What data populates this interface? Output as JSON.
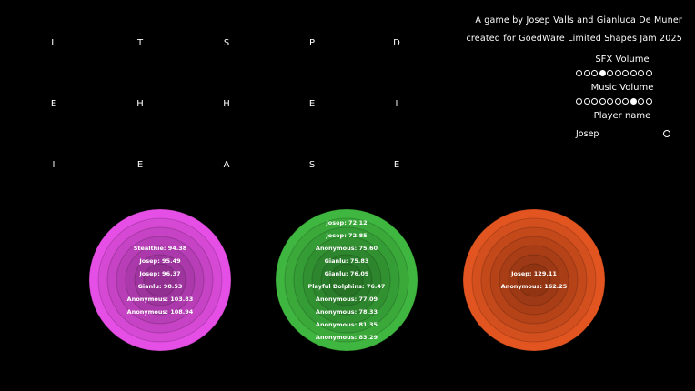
{
  "letters": [
    [
      "L",
      "T",
      "S",
      "P",
      "D"
    ],
    [
      "E",
      "H",
      "H",
      "E",
      "I"
    ],
    [
      "I",
      "E",
      "A",
      "S",
      "E"
    ]
  ],
  "credits": {
    "line1": "A game by Josep Valls and Gianluca De Muner",
    "line2": "created for GoedWare Limited Shapes Jam 2025"
  },
  "settings": {
    "sfx_label": "SFX Volume",
    "sfx_level": 4,
    "music_label": "Music Volume",
    "music_level": 8,
    "levels_total": 10,
    "player_label": "Player name",
    "player_name": "Josep"
  },
  "colors": {
    "pink": "#e64fe6",
    "green": "#3fb63f",
    "orange": "#e35520"
  },
  "leaderboards": [
    {
      "color": "#e64fe6",
      "scores": [
        "Stealthie: 94.38",
        "Josep: 95.49",
        "Josep: 96.37",
        "Gianlu: 98.53",
        "Anonymous: 103.83",
        "Anonymous: 108.94"
      ]
    },
    {
      "color": "#3fb63f",
      "scores": [
        "Josep: 72.12",
        "Josep: 72.85",
        "Anonymous: 75.60",
        "Gianlu: 75.83",
        "Gianlu: 76.09",
        "Playful Dolphins: 76.47",
        "Anonymous: 77.09",
        "Anonymous: 78.33",
        "Anonymous: 81.35",
        "Anonymous: 83.29"
      ]
    },
    {
      "color": "#e35520",
      "scores": [
        "Josep: 129.11",
        "Anonymous: 162.25"
      ]
    }
  ]
}
